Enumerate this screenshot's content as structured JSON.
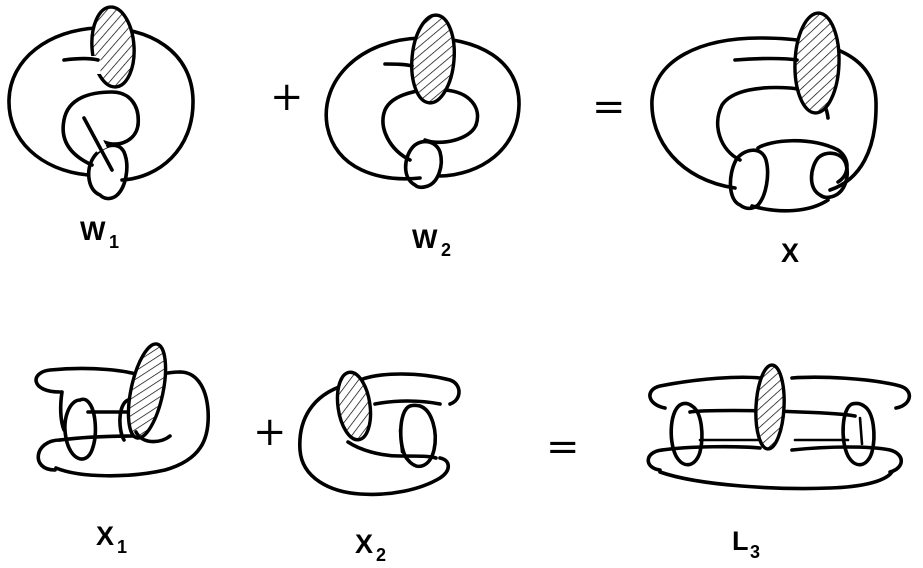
{
  "top_row": {
    "w1": {
      "main": "W",
      "sub": "1"
    },
    "plus": "+",
    "w2": {
      "main": "W",
      "sub": "2"
    },
    "equals": "=",
    "x": {
      "main": "X",
      "sub": ""
    }
  },
  "bottom_row": {
    "x1": {
      "main": "X",
      "sub": "1"
    },
    "plus": "+",
    "x2": {
      "main": "X",
      "sub": "2"
    },
    "equals": "=",
    "l3": {
      "main": "L",
      "sub": "3"
    }
  }
}
